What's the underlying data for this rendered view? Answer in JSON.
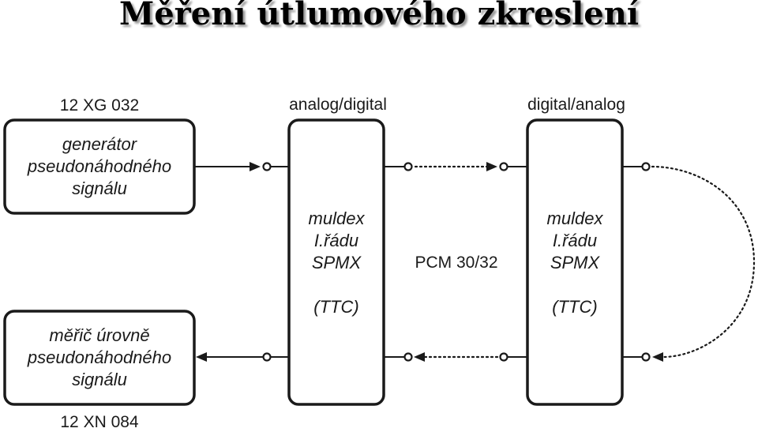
{
  "title": "Měření útlumového zkreslení",
  "generator": {
    "code": "12 XG 032",
    "lines": [
      "generátor",
      "pseudonáhodného",
      "signálu"
    ]
  },
  "meter": {
    "code": "12 XN 084",
    "lines": [
      "měřič úrovně",
      "pseudonáhodného",
      "signálu"
    ]
  },
  "muldex_left": {
    "caption": "analog/digital",
    "lines": [
      "muldex",
      "I.řádu",
      "SPMX",
      "(TTC)"
    ]
  },
  "muldex_right": {
    "caption": "digital/analog",
    "lines": [
      "muldex",
      "I.řádu",
      "SPMX",
      "(TTC)"
    ]
  },
  "link_label": "PCM 30/32"
}
